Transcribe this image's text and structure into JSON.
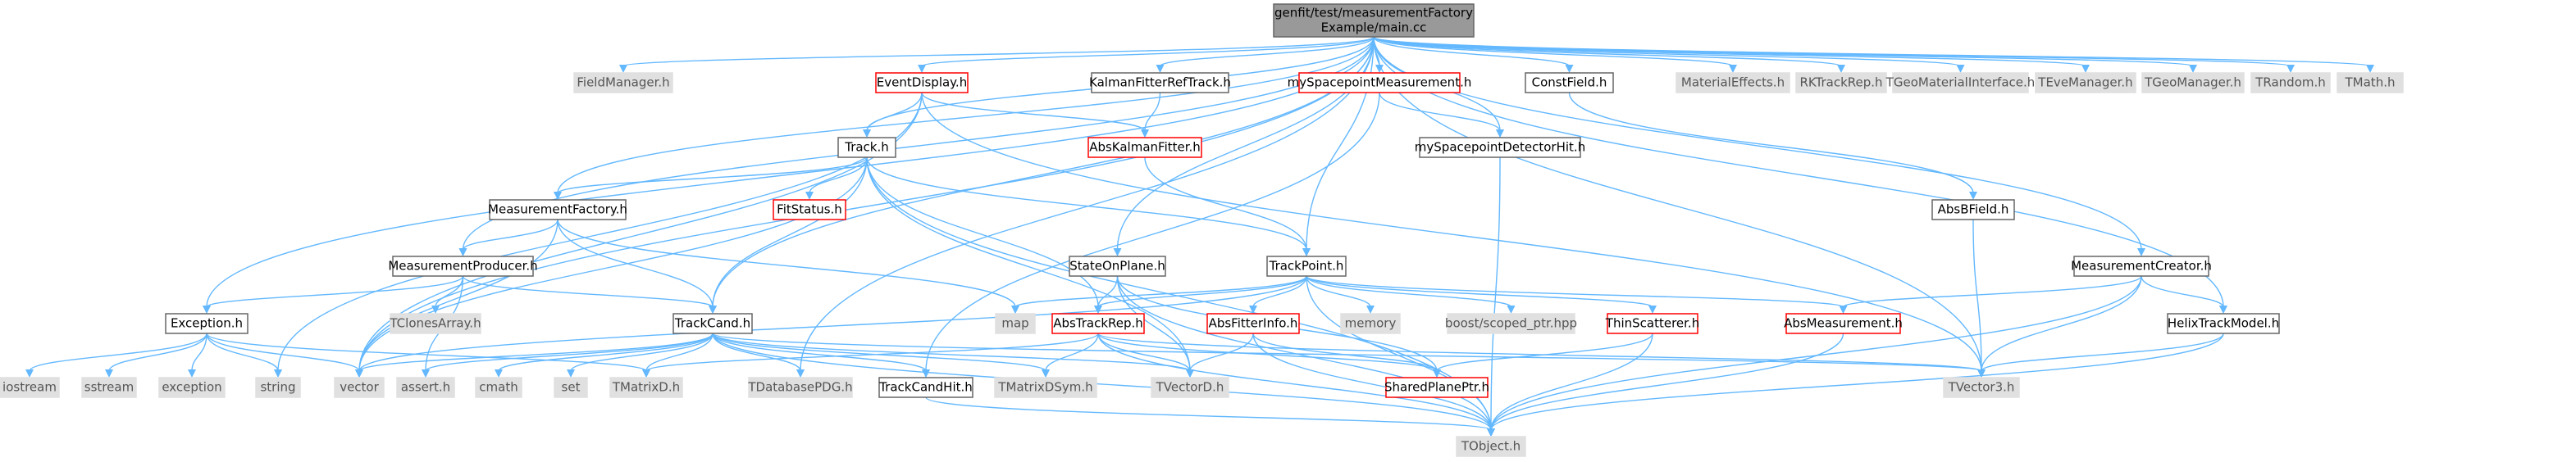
{
  "title": "genfit/test/measurementFactory/main.cc include dependency graph",
  "colors": {
    "edge": "#63b8ff",
    "root_fill": "#999999",
    "root_border": "#666666",
    "normal_fill": "#ffffff",
    "normal_border": "#666666",
    "external_fill": "#e0e0e0",
    "external_border": "#e0e0e0",
    "truncated_border": "#ff0000",
    "text": "#000000",
    "external_text": "#555555"
  },
  "nodes": [
    {
      "id": "main",
      "lines": [
        "genfit/test/measurementFactory",
        "Example/main.cc"
      ],
      "kind": "root"
    },
    {
      "id": "exception_h",
      "lines": [
        "Exception.h"
      ],
      "kind": "normal"
    },
    {
      "id": "fieldmanager",
      "lines": [
        "FieldManager.h"
      ],
      "kind": "external"
    },
    {
      "id": "eventdisplay",
      "lines": [
        "EventDisplay.h"
      ],
      "kind": "truncated"
    },
    {
      "id": "kalmanref",
      "lines": [
        "KalmanFitterRefTrack.h"
      ],
      "kind": "normal"
    },
    {
      "id": "myspmeas",
      "lines": [
        "mySpacepointMeasurement.h"
      ],
      "kind": "truncated"
    },
    {
      "id": "constfield",
      "lines": [
        "ConstField.h"
      ],
      "kind": "normal"
    },
    {
      "id": "mateffects",
      "lines": [
        "MaterialEffects.h"
      ],
      "kind": "external"
    },
    {
      "id": "rktrackrep",
      "lines": [
        "RKTrackRep.h"
      ],
      "kind": "external"
    },
    {
      "id": "tgeomatint",
      "lines": [
        "TGeoMaterialInterface.h"
      ],
      "kind": "external"
    },
    {
      "id": "teveman",
      "lines": [
        "TEveManager.h"
      ],
      "kind": "external"
    },
    {
      "id": "tgeoman",
      "lines": [
        "TGeoManager.h"
      ],
      "kind": "external"
    },
    {
      "id": "trandom",
      "lines": [
        "TRandom.h"
      ],
      "kind": "external"
    },
    {
      "id": "tmath",
      "lines": [
        "TMath.h"
      ],
      "kind": "external"
    },
    {
      "id": "track_h",
      "lines": [
        "Track.h"
      ],
      "kind": "normal"
    },
    {
      "id": "abskalman",
      "lines": [
        "AbsKalmanFitter.h"
      ],
      "kind": "truncated"
    },
    {
      "id": "myspdet",
      "lines": [
        "mySpacepointDetectorHit.h"
      ],
      "kind": "normal"
    },
    {
      "id": "absbfield",
      "lines": [
        "AbsBField.h"
      ],
      "kind": "normal"
    },
    {
      "id": "measfactory",
      "lines": [
        "MeasurementFactory.h"
      ],
      "kind": "normal"
    },
    {
      "id": "fitstatus",
      "lines": [
        "FitStatus.h"
      ],
      "kind": "truncated"
    },
    {
      "id": "measproducer",
      "lines": [
        "MeasurementProducer.h"
      ],
      "kind": "normal"
    },
    {
      "id": "stateonplane",
      "lines": [
        "StateOnPlane.h"
      ],
      "kind": "normal"
    },
    {
      "id": "trackpoint",
      "lines": [
        "TrackPoint.h"
      ],
      "kind": "normal"
    },
    {
      "id": "meascreator",
      "lines": [
        "MeasurementCreator.h"
      ],
      "kind": "normal"
    },
    {
      "id": "tclonesarray",
      "lines": [
        "TClonesArray.h"
      ],
      "kind": "external"
    },
    {
      "id": "map",
      "lines": [
        "map"
      ],
      "kind": "external"
    },
    {
      "id": "memory",
      "lines": [
        "memory"
      ],
      "kind": "external"
    },
    {
      "id": "boostscoped",
      "lines": [
        "boost/scoped_ptr.hpp"
      ],
      "kind": "external"
    },
    {
      "id": "thinscatter",
      "lines": [
        "ThinScatterer.h"
      ],
      "kind": "truncated"
    },
    {
      "id": "helixmodel",
      "lines": [
        "HelixTrackModel.h"
      ],
      "kind": "normal"
    },
    {
      "id": "trackcand",
      "lines": [
        "TrackCand.h"
      ],
      "kind": "normal"
    },
    {
      "id": "abstrackrep",
      "lines": [
        "AbsTrackRep.h"
      ],
      "kind": "truncated"
    },
    {
      "id": "absfitterinfo",
      "lines": [
        "AbsFitterInfo.h"
      ],
      "kind": "truncated"
    },
    {
      "id": "absmeas",
      "lines": [
        "AbsMeasurement.h"
      ],
      "kind": "truncated"
    },
    {
      "id": "iostream",
      "lines": [
        "iostream"
      ],
      "kind": "external"
    },
    {
      "id": "sstream",
      "lines": [
        "sstream"
      ],
      "kind": "external"
    },
    {
      "id": "exception",
      "lines": [
        "exception"
      ],
      "kind": "external"
    },
    {
      "id": "string",
      "lines": [
        "string"
      ],
      "kind": "external"
    },
    {
      "id": "vector",
      "lines": [
        "vector"
      ],
      "kind": "external"
    },
    {
      "id": "assert",
      "lines": [
        "assert.h"
      ],
      "kind": "external"
    },
    {
      "id": "cmath",
      "lines": [
        "cmath"
      ],
      "kind": "external"
    },
    {
      "id": "set",
      "lines": [
        "set"
      ],
      "kind": "external"
    },
    {
      "id": "tmatrixd",
      "lines": [
        "TMatrixD.h"
      ],
      "kind": "external"
    },
    {
      "id": "tdatabasepdg",
      "lines": [
        "TDatabasePDG.h"
      ],
      "kind": "external"
    },
    {
      "id": "trackcandhit",
      "lines": [
        "TrackCandHit.h"
      ],
      "kind": "normal"
    },
    {
      "id": "tmatrixdsym",
      "lines": [
        "TMatrixDSym.h"
      ],
      "kind": "external"
    },
    {
      "id": "tvectord",
      "lines": [
        "TVectorD.h"
      ],
      "kind": "external"
    },
    {
      "id": "sharedplane",
      "lines": [
        "SharedPlanePtr.h"
      ],
      "kind": "truncated"
    },
    {
      "id": "tvector3",
      "lines": [
        "TVector3.h"
      ],
      "kind": "external"
    },
    {
      "id": "tobject",
      "lines": [
        "TObject.h"
      ],
      "kind": "external"
    }
  ],
  "edges": [
    [
      "main",
      "exception_h"
    ],
    [
      "main",
      "fieldmanager"
    ],
    [
      "main",
      "eventdisplay"
    ],
    [
      "main",
      "kalmanref"
    ],
    [
      "main",
      "myspmeas"
    ],
    [
      "main",
      "constfield"
    ],
    [
      "main",
      "mateffects"
    ],
    [
      "main",
      "rktrackrep"
    ],
    [
      "main",
      "tgeomatint"
    ],
    [
      "main",
      "teveman"
    ],
    [
      "main",
      "tgeoman"
    ],
    [
      "main",
      "trandom"
    ],
    [
      "main",
      "tmath"
    ],
    [
      "main",
      "track_h"
    ],
    [
      "main",
      "myspdet"
    ],
    [
      "main",
      "measfactory"
    ],
    [
      "main",
      "measproducer"
    ],
    [
      "main",
      "stateonplane"
    ],
    [
      "main",
      "trackpoint"
    ],
    [
      "main",
      "meascreator"
    ],
    [
      "main",
      "helixmodel"
    ],
    [
      "main",
      "trackcand"
    ],
    [
      "main",
      "tdatabasepdg"
    ],
    [
      "main",
      "vector"
    ],
    [
      "main",
      "tvector3"
    ],
    [
      "eventdisplay",
      "track_h"
    ],
    [
      "eventdisplay",
      "abskalman"
    ],
    [
      "eventdisplay",
      "string"
    ],
    [
      "eventdisplay",
      "vector"
    ],
    [
      "eventdisplay",
      "tvector3"
    ],
    [
      "kalmanref",
      "abskalman"
    ],
    [
      "myspmeas",
      "myspdet"
    ],
    [
      "myspmeas",
      "trackcandhit"
    ],
    [
      "constfield",
      "absbfield"
    ],
    [
      "absbfield",
      "tvector3"
    ],
    [
      "abskalman",
      "trackpoint"
    ],
    [
      "myspdet",
      "tobject"
    ],
    [
      "track_h",
      "measfactory"
    ],
    [
      "track_h",
      "fitstatus"
    ],
    [
      "track_h",
      "trackpoint"
    ],
    [
      "track_h",
      "trackcand"
    ],
    [
      "track_h",
      "abstrackrep"
    ],
    [
      "track_h",
      "tvectord"
    ],
    [
      "track_h",
      "tobject"
    ],
    [
      "track_h",
      "vector"
    ],
    [
      "measfactory",
      "measproducer"
    ],
    [
      "measfactory",
      "trackcand"
    ],
    [
      "measfactory",
      "map"
    ],
    [
      "measfactory",
      "vector"
    ],
    [
      "measproducer",
      "exception_h"
    ],
    [
      "measproducer",
      "tclonesarray"
    ],
    [
      "measproducer",
      "trackcand"
    ],
    [
      "measproducer",
      "assert"
    ],
    [
      "stateonplane",
      "abstrackrep"
    ],
    [
      "stateonplane",
      "sharedplane"
    ],
    [
      "stateonplane",
      "tvectord"
    ],
    [
      "stateonplane",
      "tobject"
    ],
    [
      "trackpoint",
      "abstrackrep"
    ],
    [
      "trackpoint",
      "absfitterinfo"
    ],
    [
      "trackpoint",
      "absmeas"
    ],
    [
      "trackpoint",
      "thinscatter"
    ],
    [
      "trackpoint",
      "map"
    ],
    [
      "trackpoint",
      "memory"
    ],
    [
      "trackpoint",
      "boostscoped"
    ],
    [
      "trackpoint",
      "vector"
    ],
    [
      "trackpoint",
      "tobject"
    ],
    [
      "meascreator",
      "absmeas"
    ],
    [
      "meascreator",
      "helixmodel"
    ],
    [
      "meascreator",
      "tvector3"
    ],
    [
      "meascreator",
      "tobject"
    ],
    [
      "helixmodel",
      "tvector3"
    ],
    [
      "helixmodel",
      "tobject"
    ],
    [
      "thinscatter",
      "sharedplane"
    ],
    [
      "thinscatter",
      "tobject"
    ],
    [
      "absmeas",
      "tobject"
    ],
    [
      "absfitterinfo",
      "tvectord"
    ],
    [
      "absfitterinfo",
      "tobject"
    ],
    [
      "absfitterinfo",
      "sharedplane"
    ],
    [
      "abstrackrep",
      "tmatrixd"
    ],
    [
      "abstrackrep",
      "tmatrixdsym"
    ],
    [
      "abstrackrep",
      "tvectord"
    ],
    [
      "abstrackrep",
      "tvector3"
    ],
    [
      "abstrackrep",
      "tobject"
    ],
    [
      "abstrackrep",
      "sharedplane"
    ],
    [
      "exception_h",
      "iostream"
    ],
    [
      "exception_h",
      "sstream"
    ],
    [
      "exception_h",
      "exception"
    ],
    [
      "exception_h",
      "string"
    ],
    [
      "exception_h",
      "vector"
    ],
    [
      "exception_h",
      "tmatrixd"
    ],
    [
      "trackcand",
      "trackcandhit"
    ],
    [
      "trackcand",
      "tdatabasepdg"
    ],
    [
      "trackcand",
      "tmatrixdsym"
    ],
    [
      "trackcand",
      "tvectord"
    ],
    [
      "trackcand",
      "tobject"
    ],
    [
      "trackcand",
      "vector"
    ],
    [
      "trackcand",
      "assert"
    ],
    [
      "trackcand",
      "cmath"
    ],
    [
      "trackcand",
      "set"
    ],
    [
      "trackcand",
      "tmatrixd"
    ],
    [
      "trackcand",
      "tvector3"
    ],
    [
      "trackcandhit",
      "tobject"
    ]
  ]
}
